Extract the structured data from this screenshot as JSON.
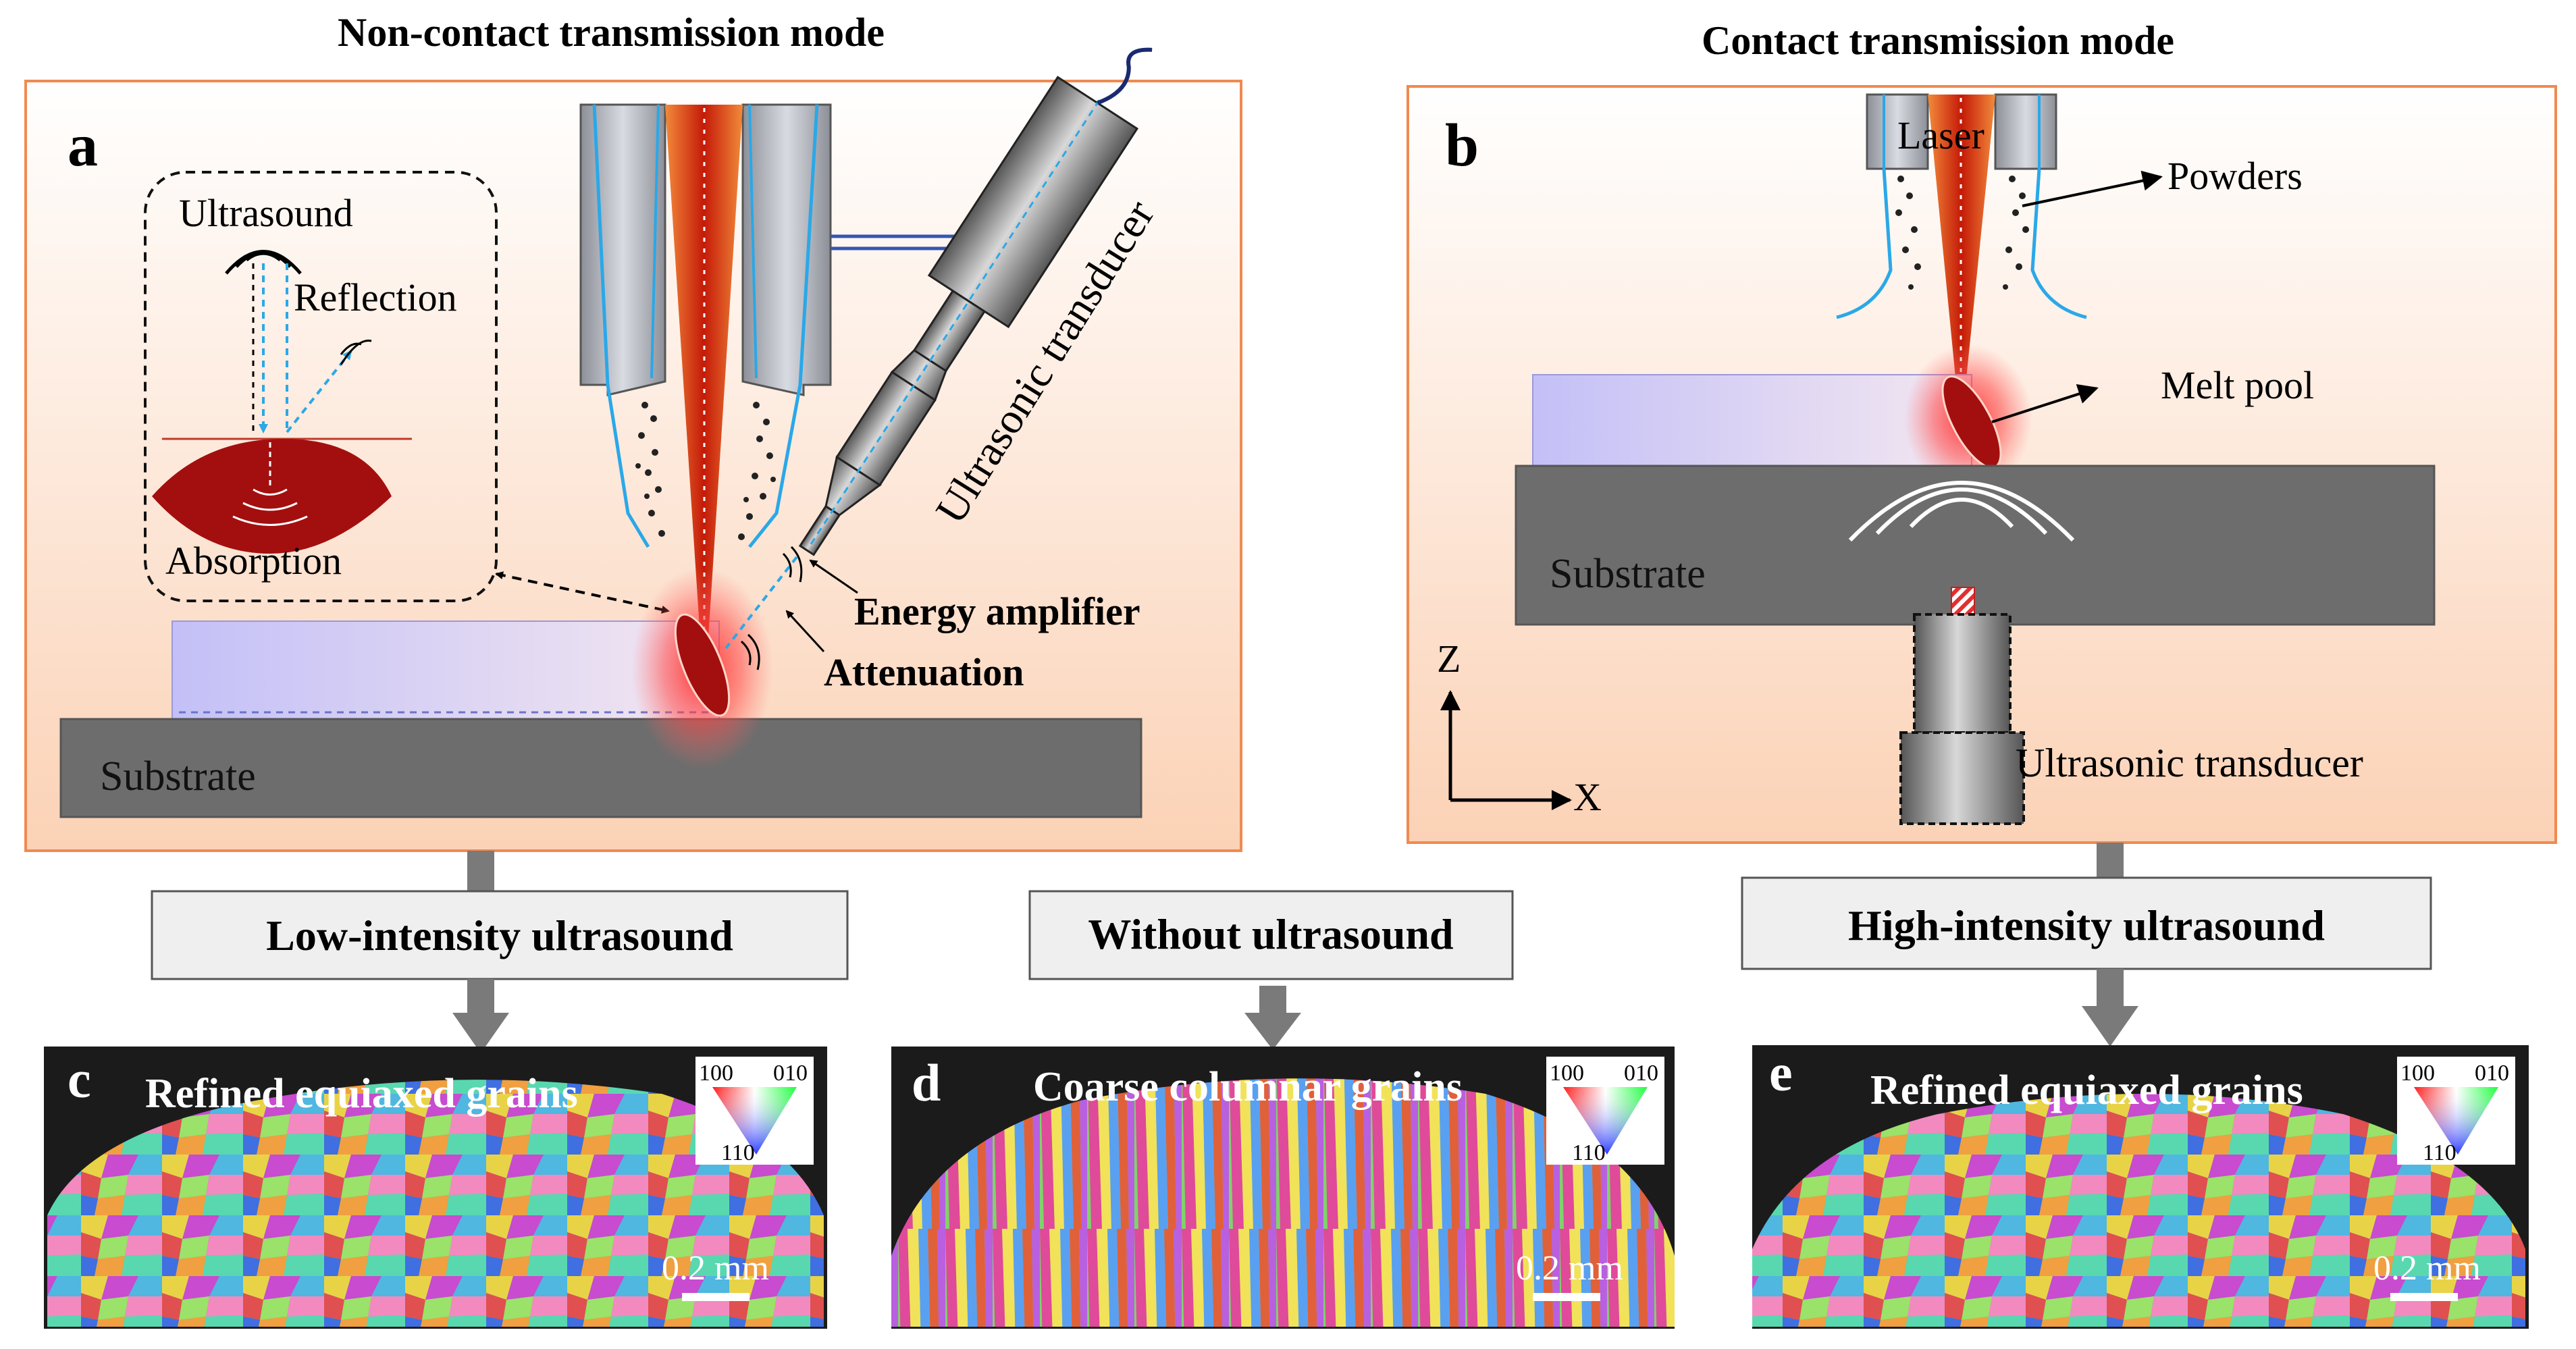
{
  "titles": {
    "left": "Non-contact transmission mode",
    "right": "Contact transmission  mode"
  },
  "panel_a": {
    "letter": "a",
    "inset_ultrasound": "Ultrasound",
    "inset_reflection": "Reflection",
    "inset_absorption": "Absorption",
    "transducer_label": "Ultrasonic transducer",
    "energy_amplifier": "Energy amplifier",
    "attenuation": "Attenuation",
    "substrate": "Substrate"
  },
  "panel_b": {
    "letter": "b",
    "laser": "Laser",
    "powders": "Powders",
    "melt_pool": "Melt pool",
    "substrate": "Substrate",
    "transducer_label": "Ultrasonic transducer",
    "axis_z": "Z",
    "axis_x": "X"
  },
  "boxes": {
    "low": "Low-intensity ultrasound",
    "without": "Without ultrasound",
    "high": "High-intensity ultrasound"
  },
  "micrographs": [
    {
      "letter": "c",
      "caption": "Refined equiaxed grains",
      "scale": "0.2 mm",
      "legend": [
        "100",
        "010",
        "110"
      ]
    },
    {
      "letter": "d",
      "caption": "Coarse columnar grains",
      "scale": "0.2 mm",
      "legend": [
        "100",
        "010",
        "110"
      ]
    },
    {
      "letter": "e",
      "caption": "Refined equiaxed grains",
      "scale": "0.2 mm",
      "legend": [
        "100",
        "010",
        "110"
      ]
    }
  ],
  "colors": {
    "panel_border": "#f08a50",
    "panel_bg_top": "#ffffff",
    "panel_bg_bottom": "#fbd9c2",
    "substrate": "#6d6d6d",
    "melt_pool": "#a30f0f",
    "laser": "#e23a10",
    "part_block": "#c9c6f5",
    "box_fill": "#efefef"
  }
}
